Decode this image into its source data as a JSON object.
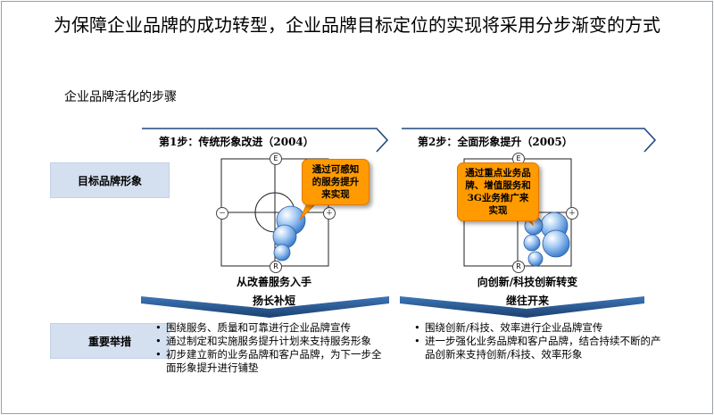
{
  "title": "为保障企业品牌的成功转型，企业品牌目标定位的实现将采用分步渐变的方式",
  "subtitle": "企业品牌活化的步骤",
  "row_labels": {
    "target": "目标品牌形象",
    "measures": "重要举措"
  },
  "steps": [
    {
      "prefix": "第1步：",
      "label": "传统形象改进",
      "year": "（2004）",
      "callout": "通过可感知的服务提升来实现",
      "caption_1": "从改善服务入手",
      "caption_2": "扬长补短",
      "measures": [
        "围绕服务、质量和可靠进行企业品牌宣传",
        "通过制定和实施服务提升计划来支持服务形象",
        "初步建立新的业务品牌和客户品牌，为下一步全面形象提升进行铺垫"
      ]
    },
    {
      "prefix": "第2步：",
      "label": "全面形象提升",
      "year": "（2005）",
      "callout": "通过重点业务品牌、增值服务和3G业务推广来实现",
      "caption_1": "向创新/科技创新转变",
      "caption_2": "继往开来",
      "measures": [
        "围绕创新/科技、效率进行企业品牌宣传",
        "进一步强化业务品牌和客户品牌，结合持续不断的产品创新来支持创新/科技、效率形象"
      ]
    }
  ],
  "axis_labels": {
    "top": "E",
    "bottom": "R",
    "left": "－",
    "right": "＋"
  },
  "colors": {
    "accent_blue": "#1f497d",
    "callout_orange": "#ff9a00",
    "label_bg": "#d4e0f0",
    "bubble": "#8ab8ee"
  }
}
